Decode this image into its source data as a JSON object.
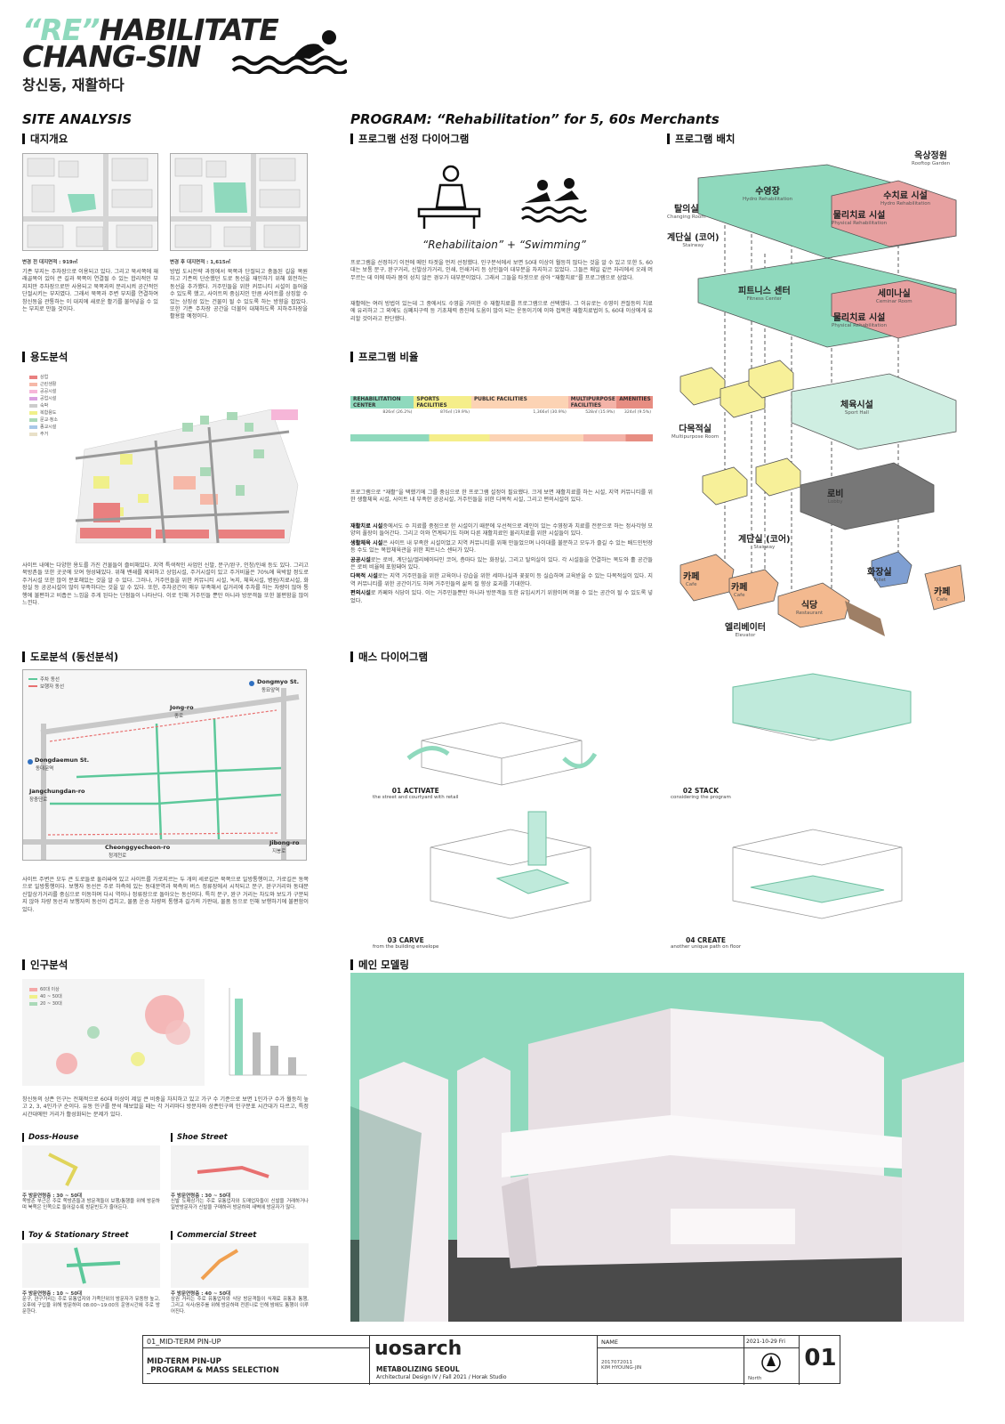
{
  "header": {
    "re": "“RE”",
    "habilitate": "HABILITATE",
    "changsin": "CHANG-SIN",
    "korean_subtitle": "창신동, 재활하다"
  },
  "site_analysis": {
    "title": "SITE ANALYSIS",
    "overview": {
      "heading": "대지개요",
      "before_label": "변경 전 대지면적 : 919㎡",
      "after_label": "변경 후 대지면적 : 1,615㎡",
      "before_text": "기존 부지는 주차장으로 이용되고 있다. 그리고 북서쪽에 재래골목이 있어 큰 길과 북쪽이 연결될 수 있는 합리적인 부지지만 주차장으로만 사용되고 북쪽과의 문리시켜 공간적인 단절시키는 부지였다. 그래서 북쪽과 주변 부지를 연결하여 창신동을 관통하는 이 대지에 새로운 활기를 불어넣을 수 있는 부지로 만들 것이다.",
      "after_text": "방법 도시전략 과정에서 북쪽과 단절되고 충돌된 길을 복원하고 기존의 단순했던 도로 동선을 재인하기 위해 회전하는 동선을 추가했다. 거주민들을 위한 커뮤니티 시설이 들어올 수 있도록 했고, 사이트의 중심지인 만큼 사이트를 상징할 수 있는 상징성 있는 건물이 될 수 있도록 하는 방향을 잡았다. 또한 기존 주차장 공간을 더불어 대체하도록 지하주차장을 활용할 예정이다."
    },
    "landuse": {
      "heading": "용도분석",
      "legend": [
        "상업",
        "근린생활",
        "공공시설",
        "공업시설",
        "숙박",
        "복합용도",
        "문교·청소",
        "종교시설",
        "주거"
      ],
      "text": "사이트 내에는 다양한 용도를 가진 건물들이 즐비해있다. 지역 특색적인 사업인 신발, 문구/완구, 인창/인쇄 등도 있다. 그리고 북방촌들 또한 곳곳에 모여 형성돼있다. 위해 밴쇄를 제외하고 상업시설, 주거시설이 있고 주거비율은 70%에 육박할 정도로 주거시설 또한 많이 분포해있는 것을 알 수 있다. 그러나, 거주민들을 위한 커뮤니티 시설, 녹지, 체육시설, 병원/치료시설, 화장실 등 공공시설이 많이 부족하다는 것을 알 수 있다. 또한, 주차공간이 매우 부족해서 길거리에 주차를 하는 차량이 많아 통행에 불편하고 비좁은 느낌을 주게 된다는 단점들이 나타난다. 이로 인해 거주민들 뿐만 아니라 방문객들 또한 불편함을 많이 느낀다."
    },
    "road": {
      "heading": "도로분석 (동선분석)",
      "legend": [
        "주차 동선",
        "보행자 동선"
      ],
      "labels": {
        "dongmyo": "Dongmyo St.",
        "dongmyo_kr": "동묘앞역",
        "jongro": "Jong-ro",
        "jongro_kr": "종로",
        "dongdaemun": "Dongdaemun St.",
        "dongdaemun_kr": "동대문역",
        "jangchungdan": "Jangchungdan-ro",
        "jangchungdan_kr": "장충단로",
        "cheonggye": "Cheonggyecheon-ro",
        "cheonggye_kr": "청계천로",
        "jibong": "Jibong-ro",
        "jibong_kr": "지봉로"
      },
      "text": "사이트 주변은 모두 큰 도로들로 둘러싸여 있고 사이트를 가로지르는 두 개의 세로길은 북쪽으로 일방통행이고, 가로길은 동쪽으로 일방통행이다. 보행자 동선은 주로 하측에 있는 동대문역과 북측의 버스 정류장에서 시작되고 문구, 완구거리와 동대문 신발상가거리를 중심으로 이동하며 다시 역이나 정류장으로 돌아오는 동선이다. 특히 문구, 완구 거리는 차도와 보도가 구분되지 않아 차량 동선과 보행자의 동선이 겹치고, 물품 운송 차량의 통행과 길가의 가판대, 물품 등으로 인해 보행하기에 불편함이 있다."
    },
    "population": {
      "heading": "인구분석",
      "legend": [
        "60대 이상",
        "40 ~ 50대",
        "20 ~ 30대"
      ],
      "text": "창신동의 상존 인구는 전체적으로 60대 이상이 제일 큰 비중을 차지하고 있고 가구 수 기준으로 보면 1인가구 수가 월등히 높고 2, 3, 4인가구 순이다. 유동 인구를 분석 해보았을 때는 각 거리마다 방문자와 상존인구의 인구분포 시간대가 다르고, 특정 시간대에만 거리가 활성화되는 문제가 있다.",
      "sub_areas": [
        {
          "name": "Doss-House",
          "age": "주 방문연령층 : 30 ~ 50대",
          "text": "쪽방촌 부근은 주로 쪽방촌들과 방문객들이 보행/통행을 위해 방문하며 북쪽은 인쪽으로 들어갈수록 방문빈도가 줄어든다."
        },
        {
          "name": "Shoe Street",
          "age": "주 방문연령층 : 30 ~ 50대",
          "text": "신발 도매상가는 주로 유통업자와 도매업자들이 신발을 거래하거나 일반방문자가 신발을 구매하러 방문하며 새벽에 방문자가 많다."
        },
        {
          "name": "Toy & Stationary Street",
          "age": "주 방문연령층 : 10 ~ 50대",
          "text": "문구, 완구거리는 주로 유통업자와 가족단위의 방문자가 유동량 높고, 오후에 구입을 위해 방문하며 08:00~19:00의 운영시간에 주로 방문한다."
        },
        {
          "name": "Commercial Street",
          "age": "주 방문연령층 : 40 ~ 50대",
          "text": "상권 거리는 주로 유통업자와 식당 방문객들이 식재료 유통과 통행, 그리고 식사/음주를 위해 방문하며 전른나로 인해 밤에도 통행이 이루어진다."
        }
      ]
    }
  },
  "program": {
    "title": "PROGRAM: “Rehabilitation” for 5, 60s Merchants",
    "selection": {
      "heading": "프로그램 선정 다이어그램",
      "formula": "“Rehabilitaion” + “Swimming”",
      "text1": "프로그램을 선정하기 이전에 메인 타겟을 먼저 선정했다. 인구분석에서 보면 50대 이상이 월등히 많다는 것을 알 수 있고 또한 5, 60대는 보통 문구, 완구거리, 신발상가거리, 인쇄, 인쇄거리 등 상인들이 대부분을 차지하고 있었다. 그들은 매일 같은 자리에서 오래 머무르는 데 이에 따라 몸이 성치 않은 경우가 대부분이었다. 그래서 그들을 타겟으로 삼아 “재활치료”를 프로그램으로 삼았다.",
      "text2": "재활에는 여러 방법이 있는데 그 중에서도 수영을 가미한 수 재활치료를 프로그램으로 선택했다. 그 이유로는 수영이 관절등의 치료에 유리하고 그 외에도 심폐지구력 등 기초체력 증진에 도움이 많이 되는 운동이기에 이와 접목한 재활치료법이 5, 60대 이상에게 유리할 것이라고 판단했다."
    },
    "ratio": {
      "heading": "프로그램 비율",
      "segments": [
        {
          "name": "REHABILITATION CENTER",
          "value": "826㎡ (26.2%)",
          "color": "#8fd9bd"
        },
        {
          "name": "SPORTS FACILITIES",
          "value": "876㎡ (19.9%)",
          "color": "#f5ee8a"
        },
        {
          "name": "PUBLIC FACILITIES",
          "value": "1,366㎡ (30.9%)",
          "color": "#fcd3b4"
        },
        {
          "name": "MULTIPURPOSE FACILITIES",
          "value": "528㎡ (15.9%)",
          "color": "#f4b3a8"
        },
        {
          "name": "AMENITIES",
          "value": "324㎡ (9.5%)",
          "color": "#e78d82"
        }
      ],
      "text": "프로그램으로 “재활”을 택했기에 그를 중심으로 한 프로그램 설정이 필요했다. 크게 보면 재활치료를 하는 시설, 지역 커뮤니티를 위한 생활체육 시설, 사이트 내 부족한 공공시설, 거주민들을 위한 다목적 시설, 그리고 편의시설이 있다.",
      "items": [
        {
          "label": "재활치료 시설",
          "text": "중에서도 수 치료를 중점으로 한 시설이기 때문에 우선적으로 레인이 있는 수영장과 치료를 전문으로 하는 정사각형 모양의 풀장이 들어간다. 그리고 이와 연계되기도 하며 다른 재활치료인 물리치료를 위한 시설들이 있다."
        },
        {
          "label": "생활체육 시설",
          "text": "은 사이트 내 부족한 시설이었고 지역 커뮤니티를 위해 만들었으며 나이대를 불문하고 모두가 즐길 수 있는 배드민턴장 등 수도 있는 복합체육관을 위한 피트니스 센터가 있다."
        },
        {
          "label": "공공시설",
          "text": "로는 로비, 계단실/엘리베이터인 코어, 층마다 있는 화장실, 그리고 탈의실이 있다. 각 시설들을 연결하는 복도와 홀 공간들은 로비 비율에 포함돼어 있다."
        },
        {
          "label": "다목적 시설",
          "text": "로는 지역 거주민들을 위한 교육이나 강습을 위한 세미나실과 꽃꽂이 등 실습하며 교육받을 수 있는 다목적실이 있다. 지역 커뮤니티를 위한 공간이기도 하며 거주민들의 삶의 질 향상 효과를 기대한다."
        },
        {
          "label": "편의시설",
          "text": "로 카페와 식당이 있다. 이는 거주민들뿐만 아니라 방문객들 또한 유입시키기 위함이며 머물 수 있는 공간이 될 수 있도록 넣었다."
        }
      ]
    },
    "placement": {
      "heading": "프로그램 배치",
      "labels": [
        {
          "kr": "옥상정원",
          "en": "Rooftop Garden"
        },
        {
          "kr": "수영장",
          "en": "Hydro Rehabilitation"
        },
        {
          "kr": "수치료 시설",
          "en": "Hydro Rehabilitation"
        },
        {
          "kr": "탈의실",
          "en": "Changing Room"
        },
        {
          "kr": "물리치료 시설",
          "en": "Physical Rehabilitation"
        },
        {
          "kr": "계단실 (코어)",
          "en": "Stairway"
        },
        {
          "kr": "피트니스 센터",
          "en": "Fitness Center"
        },
        {
          "kr": "세미나실",
          "en": "Ceminar Room"
        },
        {
          "kr": "물리치료 시설",
          "en": "Physical Rehabilitation"
        },
        {
          "kr": "체육시설",
          "en": "Sport Hall"
        },
        {
          "kr": "다목적실",
          "en": "Multipurpose Room"
        },
        {
          "kr": "로비",
          "en": "Lobby"
        },
        {
          "kr": "계단실 (코어)",
          "en": "Stairway"
        },
        {
          "kr": "화장실",
          "en": "Toilet"
        },
        {
          "kr": "카페",
          "en": "Cafe"
        },
        {
          "kr": "카페",
          "en": "Cafe"
        },
        {
          "kr": "식당",
          "en": "Restaurant"
        },
        {
          "kr": "카페",
          "en": "Cafe"
        },
        {
          "kr": "엘리베이터",
          "en": "Elevator"
        }
      ]
    },
    "mass": {
      "heading": "매스 다이어그램",
      "steps": [
        {
          "title": "01 ACTIVATE",
          "desc": "the street and courtyard with retail"
        },
        {
          "title": "02 STACK",
          "desc": "considering the program"
        },
        {
          "title": "03 CARVE",
          "desc": "from the building envelope"
        },
        {
          "title": "04 CREATE",
          "desc": "another unique path on floor"
        }
      ]
    },
    "modeling": {
      "heading": "메인 모델링"
    }
  },
  "footer": {
    "pinup": "01_MID-TERM PIN-UP",
    "subtitle_line1": "MID-TERM PIN-UP",
    "subtitle_line2": "_PROGRAM & MASS SELECTION",
    "logo": "uosarch",
    "project": "METABOLIZING SEOUL",
    "course": "Architectural Design IV / Fall 2021 / Horak Studio",
    "name_label": "NAME",
    "student_id": "2017072011",
    "student_name": "KIM HYOUNG-JIN",
    "date": "2021-10-29 Fri",
    "north": "North",
    "page_no": "01"
  }
}
